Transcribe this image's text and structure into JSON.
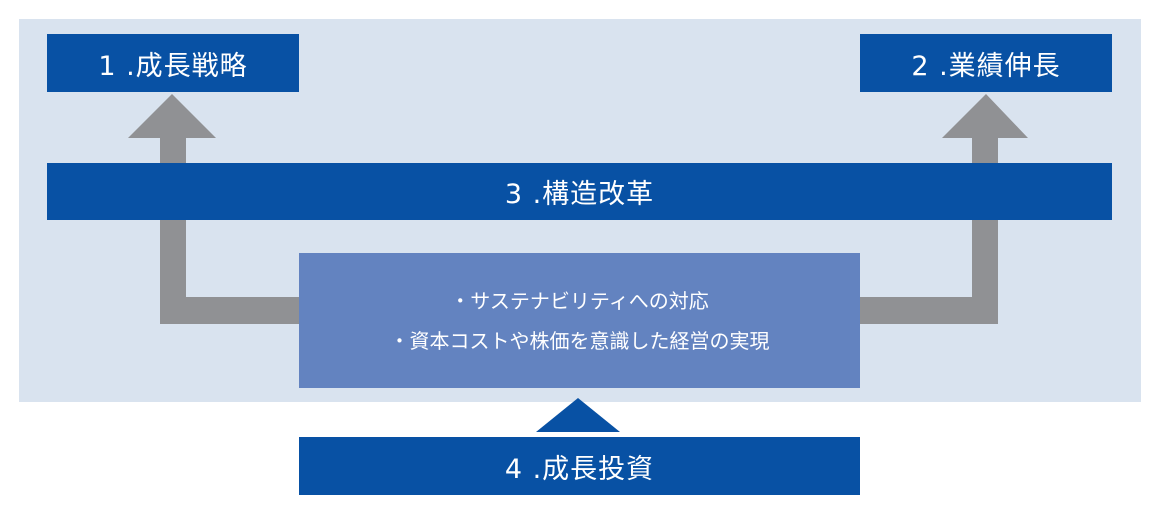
{
  "colors": {
    "panel": "#d9e3ef",
    "box": "#0851a4",
    "center_box": "#6383c0",
    "arrow": "#909194",
    "bottom_arrow": "#0851a4",
    "text": "#ffffff"
  },
  "boxes": {
    "growth_strategy": "1 .成長戦略",
    "business_growth": "2 .業績伸長",
    "structural_reform": "3 .構造改革",
    "growth_investment": "4 .成長投資"
  },
  "center": {
    "items": [
      "・サステナビリティへの対応",
      "・資本コストや株価を意識した経営の実現"
    ]
  },
  "icons": {
    "left_arrow": "arrow-up-icon",
    "right_arrow": "arrow-up-icon",
    "bottom_arrow": "triangle-up-icon"
  }
}
